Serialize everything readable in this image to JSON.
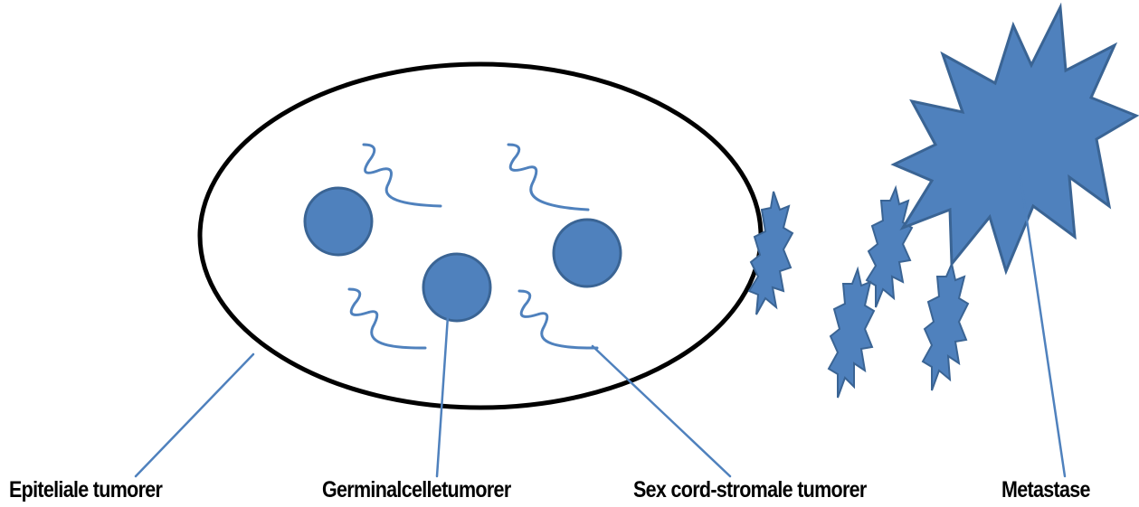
{
  "colors": {
    "background": "#ffffff",
    "ovary_outline": "#000000",
    "cell_fill": "#4f81bd",
    "cell_stroke": "#3a6494",
    "leader_line": "#4f81bd"
  },
  "labels": {
    "epithelial": "Epiteliale tumorer",
    "germ_cell": "Germinalcelletumorer",
    "sex_cord": "Sex cord-stromale tumorer",
    "metastasis": "Metastase"
  }
}
